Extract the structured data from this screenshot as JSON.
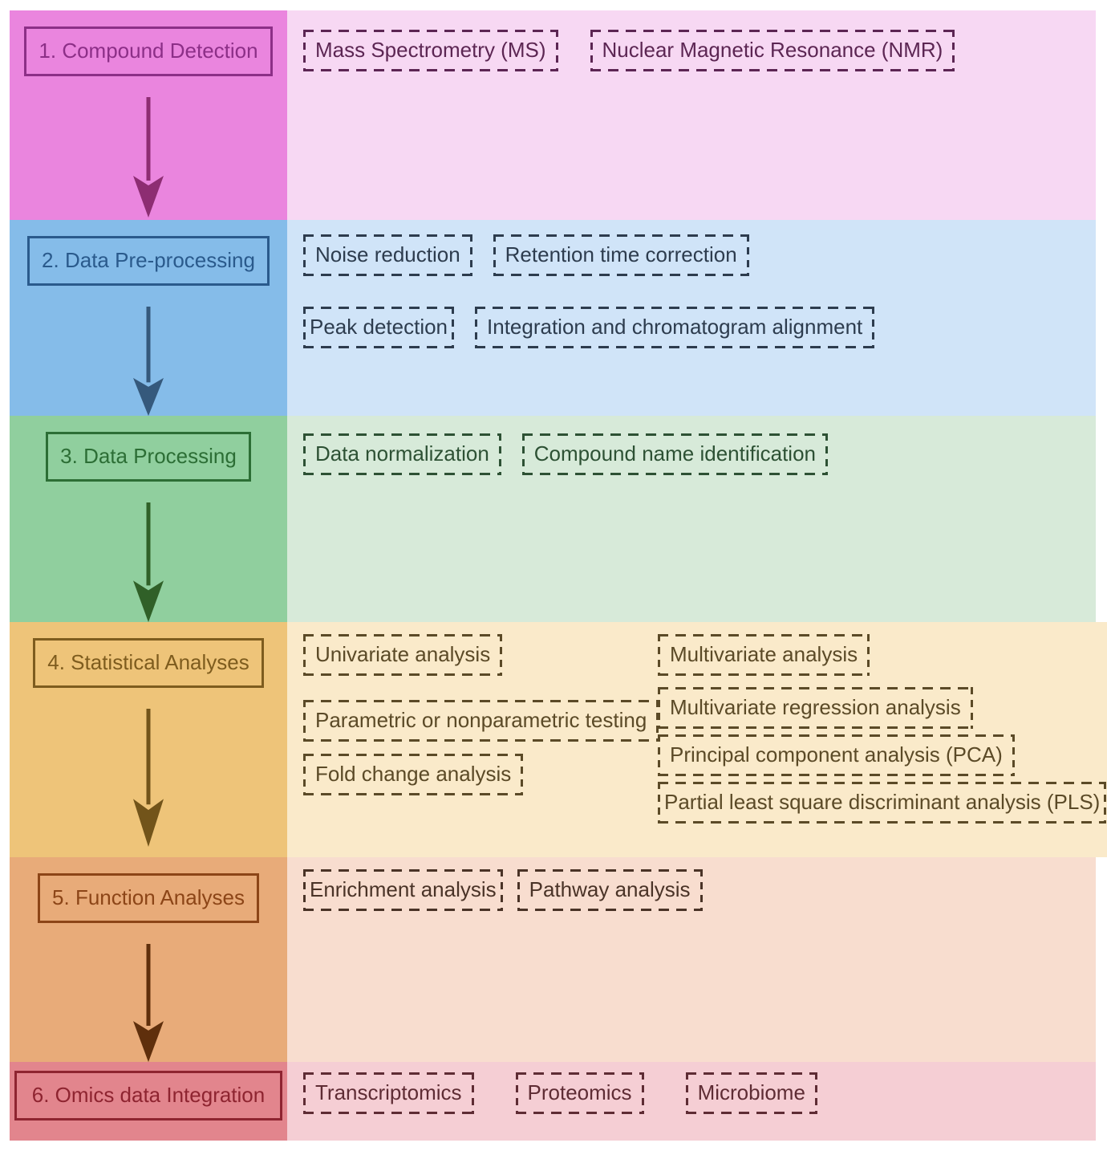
{
  "figure": {
    "type": "workflow-flowchart",
    "topic": "Metabolomics data analysis workflow"
  },
  "rows": [
    {
      "step": "1. Compound Detection",
      "boxes": [
        "Mass Spectrometry (MS)",
        "Nuclear Magnetic Resonance (NMR)"
      ],
      "colors": {
        "left_bg": "#ea85de",
        "right_bg": "#f7d8f3",
        "accent": "#8c2f87",
        "arrow": "#8d2d72",
        "ink": "#5c2653"
      }
    },
    {
      "step": "2. Data Pre-processing",
      "boxes_row1": [
        "Noise reduction",
        "Retention time correction"
      ],
      "boxes_row2": [
        "Peak detection",
        "Integration and chromatogram alignment"
      ],
      "colors": {
        "left_bg": "#85bce9",
        "right_bg": "#d0e4f8",
        "accent": "#2a5a8c",
        "arrow": "#35597c",
        "ink": "#2d3c4e"
      }
    },
    {
      "step": "3. Data Processing",
      "boxes": [
        "Data normalization",
        "Compound name identification"
      ],
      "colors": {
        "left_bg": "#90cf9e",
        "right_bg": "#d7ead9",
        "accent": "#2c6e35",
        "arrow": "#306028",
        "ink": "#2d5134"
      }
    },
    {
      "step": "4. Statistical Analyses",
      "boxes_left": [
        "Univariate analysis",
        "Parametric or nonparametric testing",
        "Fold change analysis"
      ],
      "boxes_right": [
        "Multivariate analysis",
        "Multivariate regression analysis",
        "Principal component analysis (PCA)",
        "Partial least square discriminant analysis (PLS)"
      ],
      "colors": {
        "left_bg": "#eec479",
        "right_bg": "#faeaca",
        "accent": "#7e5c1e",
        "arrow": "#72541a",
        "ink": "#5b4a27"
      }
    },
    {
      "step": "5. Function Analyses",
      "boxes": [
        "Enrichment analysis",
        "Pathway analysis"
      ],
      "colors": {
        "left_bg": "#e8ab79",
        "right_bg": "#f8ddcf",
        "accent": "#8c4517",
        "arrow": "#5f2f0c",
        "ink": "#4a3327"
      }
    },
    {
      "step": "6. Omics data Integration",
      "boxes": [
        "Transcriptomics",
        "Proteomics",
        "Microbiome"
      ],
      "colors": {
        "left_bg": "#e2858d",
        "right_bg": "#f5ced4",
        "accent": "#8e2430",
        "ink": "#5e2c34"
      }
    }
  ]
}
